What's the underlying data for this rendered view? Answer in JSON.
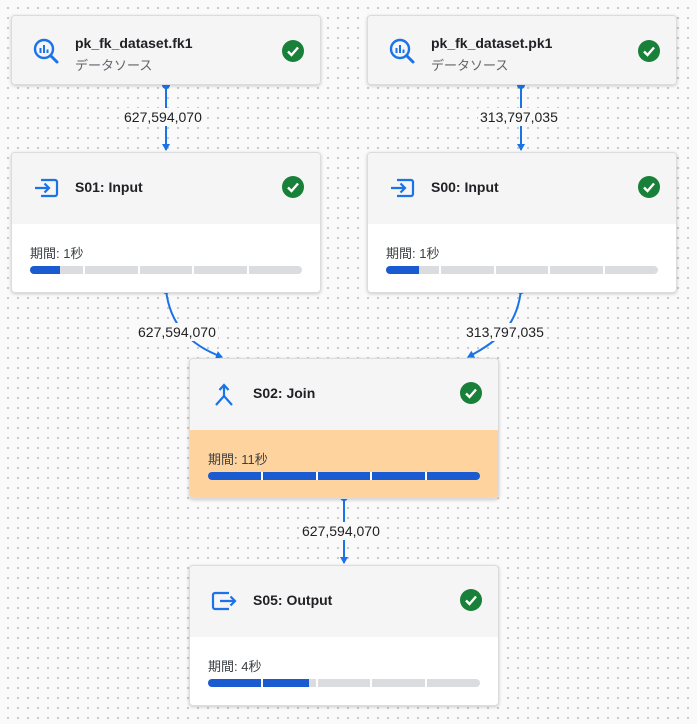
{
  "colors": {
    "accent": "#1a73e8",
    "success": "#188038",
    "highlight": "#ffd39e",
    "progress": "#1a5bd1"
  },
  "sources": [
    {
      "id": "src-fk1",
      "title": "pk_fk_dataset.fk1",
      "subtitle": "データソース",
      "icon": "bigquery-icon",
      "status": "success-check-icon"
    },
    {
      "id": "src-pk1",
      "title": "pk_fk_dataset.pk1",
      "subtitle": "データソース",
      "icon": "bigquery-icon",
      "status": "success-check-icon"
    }
  ],
  "stages": [
    {
      "id": "s01",
      "title": "S01: Input",
      "duration": "期間: 1秒",
      "progress": 0.11,
      "icon": "input-icon",
      "status": "success-check-icon"
    },
    {
      "id": "s00",
      "title": "S00: Input",
      "duration": "期間: 1秒",
      "progress": 0.12,
      "icon": "input-icon",
      "status": "success-check-icon"
    },
    {
      "id": "s02",
      "title": "S02: Join",
      "duration": "期間: 11秒",
      "progress": 1.0,
      "icon": "join-icon",
      "status": "success-check-icon",
      "highlighted": true
    },
    {
      "id": "s05",
      "title": "S05: Output",
      "duration": "期間: 4秒",
      "progress": 0.37,
      "icon": "output-icon",
      "status": "success-check-icon"
    }
  ],
  "edges": [
    {
      "from": "src-fk1",
      "to": "s01",
      "rows": "627,594,070"
    },
    {
      "from": "src-pk1",
      "to": "s00",
      "rows": "313,797,035"
    },
    {
      "from": "s01",
      "to": "s02",
      "rows": "627,594,070"
    },
    {
      "from": "s00",
      "to": "s02",
      "rows": "313,797,035"
    },
    {
      "from": "s02",
      "to": "s05",
      "rows": "627,594,070"
    }
  ]
}
